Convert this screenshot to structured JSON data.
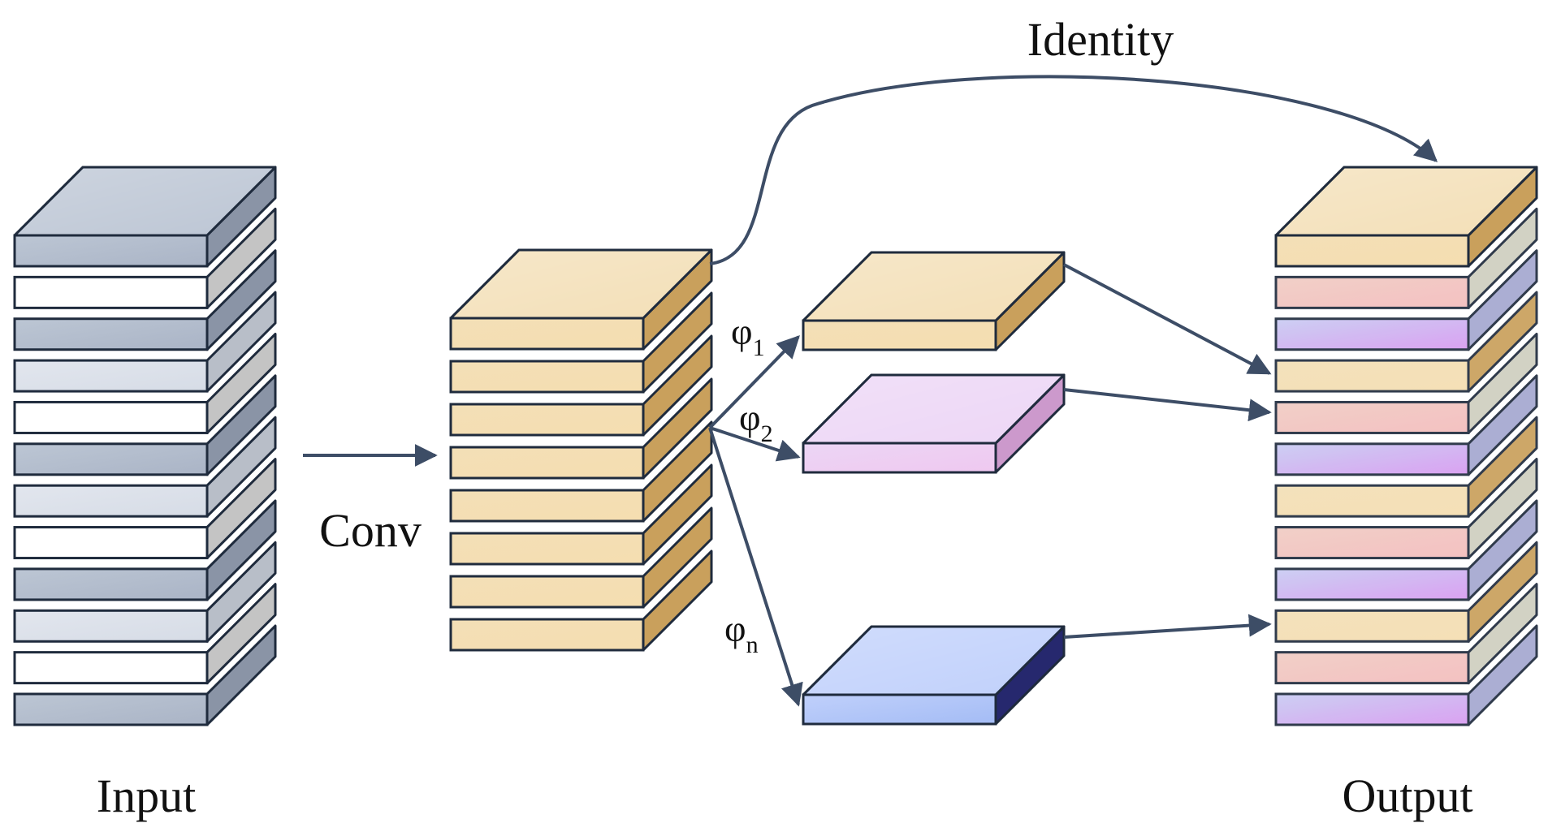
{
  "labels": {
    "input": "Input",
    "conv": "Conv",
    "identity": "Identity",
    "output": "Output",
    "phi": "φ",
    "phi_subs": [
      "1",
      "2",
      "n"
    ]
  },
  "colors": {
    "stroke": "#1f2b3d",
    "arrow": "#3d4d66",
    "gray_dark": [
      "#aab4c6",
      "#8a94a6",
      "#bcc6d4"
    ],
    "gray_light": [
      "#d6dce6",
      "#b8bec8",
      "#e2e6ee"
    ],
    "white": [
      "#ffffff",
      "#c4c4c4",
      "#ffffff"
    ],
    "gold": [
      "#f5deb0",
      "#c9a05c",
      "#f3dfb7"
    ],
    "pink_light": [
      "#efc8f0",
      "#cc99cc",
      "#ecd6f5"
    ],
    "blue_deep": [
      "#a4bcf5",
      "#26286e",
      "#c0d0fb"
    ],
    "pink_band": [
      "#f3bcbc",
      "#cfcfc0",
      "#f0ccc4"
    ],
    "violet_band": [
      "#d79af0",
      "#a4a8d0",
      "#c8ccf2"
    ]
  },
  "input_stack": [
    "gray_dark",
    "white",
    "gray_dark",
    "gray_light",
    "white",
    "gray_dark",
    "gray_light",
    "white",
    "gray_dark",
    "gray_light",
    "white",
    "gray_dark"
  ],
  "conv_stack_layers": 8,
  "branches": [
    "gold",
    "pink_light",
    "blue_deep"
  ],
  "output_stack": [
    "gold",
    "pink_band",
    "violet_band",
    "gold",
    "pink_band",
    "violet_band",
    "gold",
    "pink_band",
    "violet_band",
    "gold",
    "pink_band",
    "violet_band"
  ]
}
